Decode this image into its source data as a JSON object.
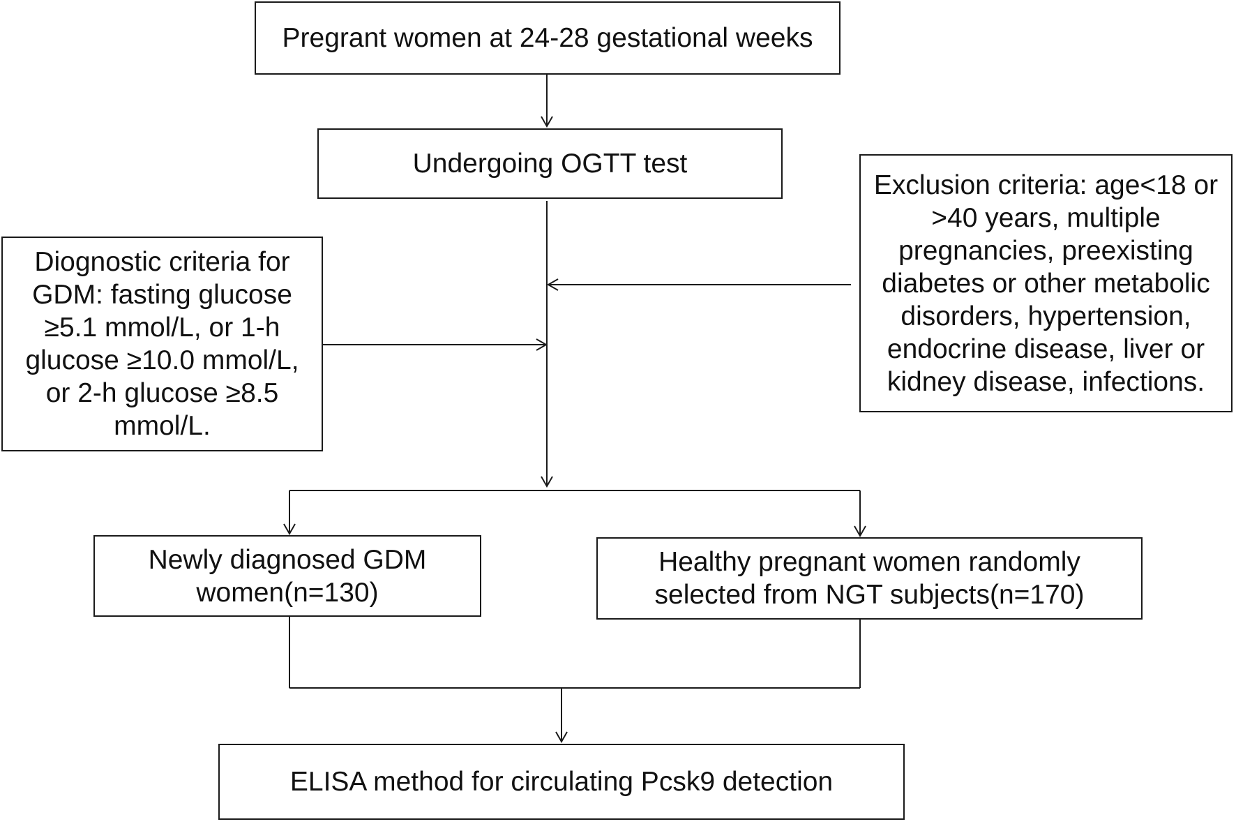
{
  "flowchart": {
    "start": {
      "text": "Pregrant women at 24-28 gestational weeks"
    },
    "ogtt": {
      "text": "Undergoing OGTT test"
    },
    "exclusion": {
      "lines": [
        "Exclusion criteria: age<18 or",
        ">40 years, multiple",
        "pregnancies, preexisting",
        "diabetes or other metabolic",
        "disorders, hypertension,",
        "endocrine disease, liver or",
        "kidney disease, infections."
      ]
    },
    "diagnostic": {
      "lines": [
        "Diognostic criteria for",
        "GDM: fasting glucose",
        "≥5.1 mmol/L, or 1-h",
        "glucose ≥10.0 mmol/L,",
        "or 2-h glucose ≥8.5",
        "mmol/L."
      ]
    },
    "gdm": {
      "lines": [
        "Newly diagnosed GDM",
        "women(n=130)"
      ]
    },
    "healthy": {
      "lines": [
        "Healthy pregnant women randomly",
        "selected from NGT subjects(n=170)"
      ]
    },
    "elisa": {
      "text": "ELISA method for circulating Pcsk9 detection"
    }
  }
}
